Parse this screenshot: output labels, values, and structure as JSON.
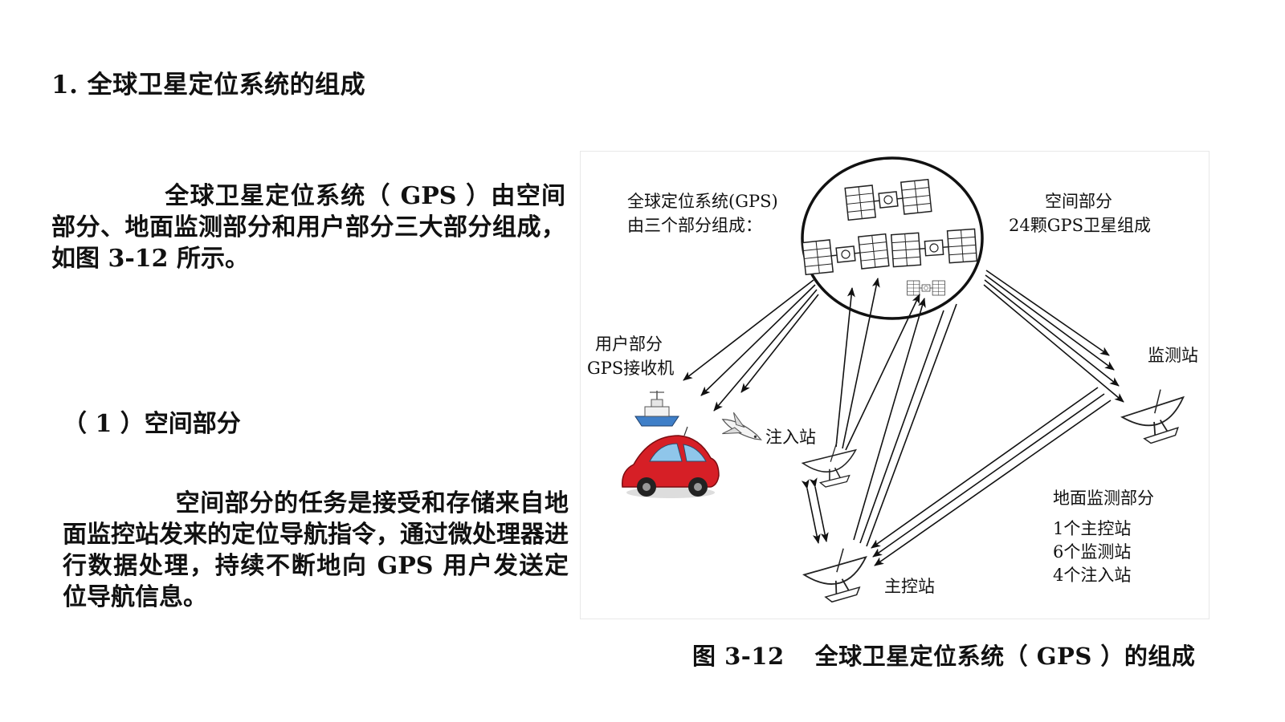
{
  "heading": "1. 全球卫星定位系统的组成",
  "paragraph1": "全球卫星定位系统（ GPS ）由空间部分、地面监测部分和用户部分三大部分组成，如图 3-12 所示。",
  "section_title": "（ 1 ）空间部分",
  "paragraph2": "空间部分的任务是接受和存储来自地面监控站发来的定位导航指令，通过微处理器进行数据处理，持续不断地向 GPS 用户发送定位导航信息。",
  "figure": {
    "caption_number": "图 3-12",
    "caption_title": "全球卫星定位系统（ GPS ）的组成",
    "intro_line1": "全球定位系统(GPS)",
    "intro_line2": "由三个部分组成：",
    "space_line1": "空间部分",
    "space_line2": "24颗GPS卫星组成",
    "user_line1": "用户部分",
    "user_line2": "GPS接收机",
    "monitor_station": "监测站",
    "injection_station": "注入站",
    "master_station": "主控站",
    "ground_title": "地面监测部分",
    "ground_line1": "1个主控站",
    "ground_line2": "6个监测站",
    "ground_line3": "4个注入站"
  }
}
